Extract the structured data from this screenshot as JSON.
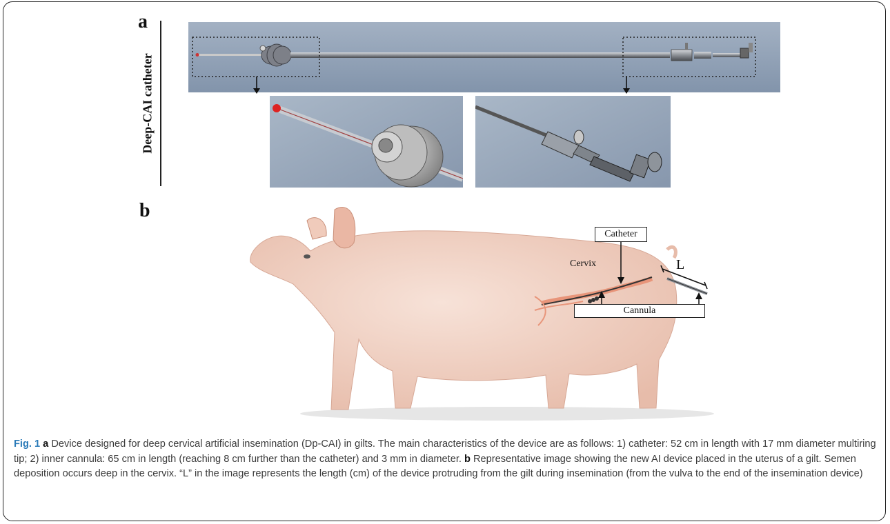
{
  "panel_a": {
    "letter": "a",
    "vertical_label": "Deep-CAI catheter"
  },
  "panel_b": {
    "letter": "b",
    "labels": {
      "catheter": "Catheter",
      "cervix": "Cervix",
      "cannula": "Cannula",
      "length": "L"
    }
  },
  "caption": {
    "fig_label": "Fig. 1",
    "a_letter": "a",
    "a_text": " Device designed for deep cervical artificial insemination (Dp-CAI) in gilts. The main characteristics of the device are as follows: 1) catheter: 52 cm in length with 17 mm diameter multiring tip; 2) inner cannula: 65 cm in length (reaching 8 cm further than the catheter) and 3 mm in diameter.",
    "b_letter": "b",
    "b_text": " Representative image showing the new AI device placed in the uterus of a gilt. Semen deposition occurs deep in the cervix. “L” in the image represents the length (cm) of the device protruding from the gilt during insemination (from the vulva to the end of the insemination device)"
  },
  "colors": {
    "render_bg": "#8f9fb3",
    "pig_skin": "#f2d2c4",
    "caption_accent": "#2a7ab8"
  }
}
